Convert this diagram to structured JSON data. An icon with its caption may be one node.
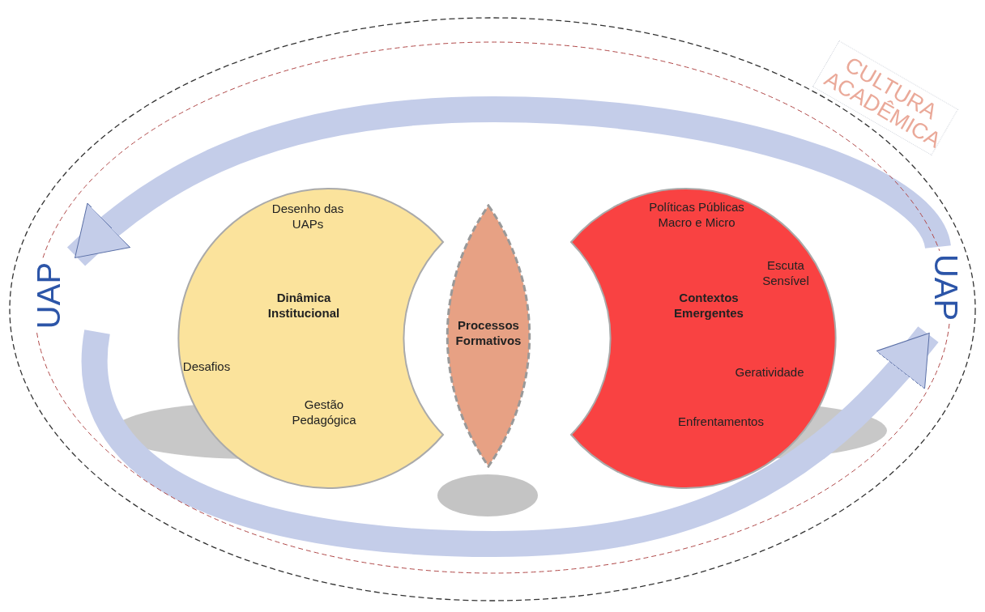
{
  "diagram": {
    "nodes": [
      {
        "text": [
          "CULTURA ACADÊMICA"
        ]
      },
      {
        "text": [
          "UAP"
        ],
        "in": 0
      },
      {
        "text": [
          "UAP"
        ],
        "in": 0
      },
      {
        "text": [
          "Desenho das UAPs",
          "Dinâmica Institucional",
          "Desafios",
          "Gestão Pedagógica"
        ],
        "in": 0
      },
      {
        "text": [
          "Processos Formativos"
        ],
        "in": 0
      },
      {
        "text": [
          "Políticas Públicas Macro e Micro",
          "Escuta Sensível",
          "Contextos Emergentes",
          "Geratividade",
          "Enfrentamentos"
        ],
        "in": 0
      }
    ],
    "edges": [
      {
        "from": 2,
        "to": 1,
        "arrow": "to"
      },
      {
        "from": 1,
        "to": 2,
        "arrow": "to"
      }
    ]
  }
}
